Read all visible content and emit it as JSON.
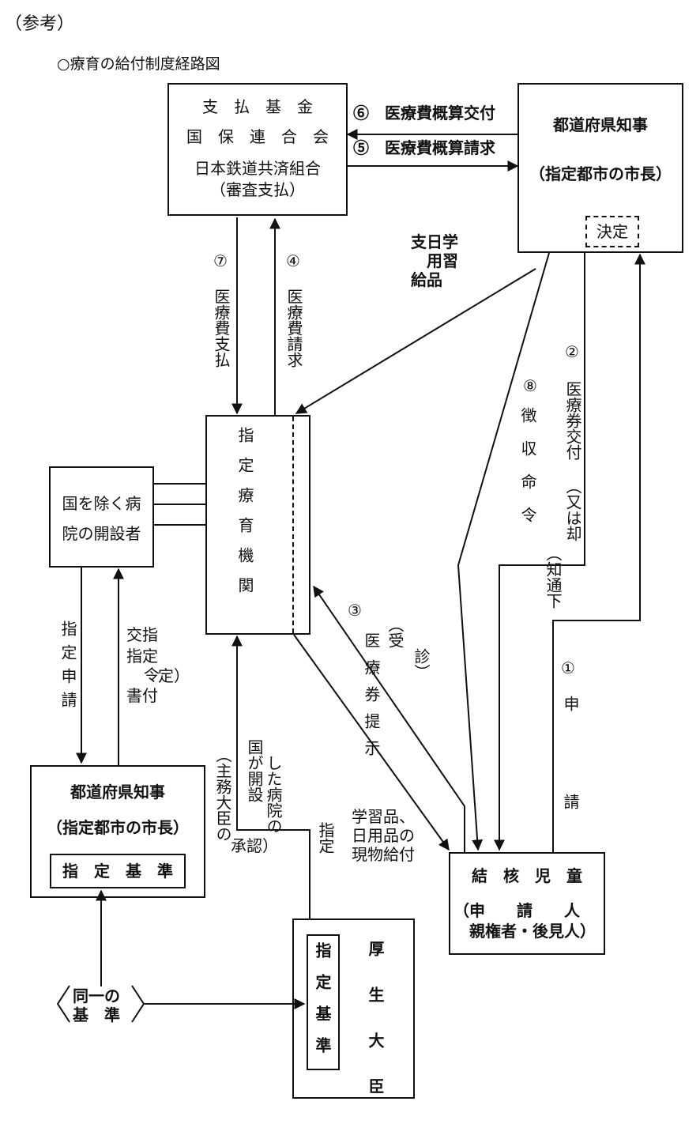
{
  "header": {
    "ref": "（参考）",
    "title": "○療育の給付制度経路図"
  },
  "nodes": {
    "fund": {
      "line1": "支　払　基　金",
      "line2": "国　保　連　合　会",
      "line3": "日本鉄道共済組合",
      "line4": "（審査支払）"
    },
    "governor_top": {
      "line1": "都道府県知事",
      "line2": "（指定都市の市長）",
      "decision": "決定"
    },
    "institution": {
      "label": "指定療育機関"
    },
    "hospital_founder": {
      "line1": "国を除く病",
      "line2": "院の開設者"
    },
    "governor_bottom": {
      "line1": "都道府県知事",
      "line2": "（指定都市の市長）",
      "standard": "指　定　基　準"
    },
    "child": {
      "line1": "結　核　児　童",
      "line2": "（申　　請　　人",
      "line3": "　親権者・後見人）"
    },
    "minister": {
      "label": "厚生大臣",
      "standard": "指定基準"
    },
    "same_standard": {
      "line1": "同一の",
      "line2": "基　準"
    }
  },
  "flows": {
    "f6": "⑥　医療費概算交付",
    "f5": "⑤　医療費概算請求",
    "f7_num": "⑦",
    "f7_text": "医療費支払",
    "f4_num": "④",
    "f4_text": "医療費請求",
    "school_items": {
      "c1": "支日学",
      "c2": "　用習",
      "c3": "給品"
    },
    "f8_num": "⑧",
    "f8_text": "徴収命令",
    "f2_num": "②",
    "f2_a": "医療券交付",
    "f2_b": "（又は却",
    "f2_c": "（知通下",
    "f1_num": "①",
    "f1_text": "申　請",
    "f3_num": "③",
    "f3_a": "（受",
    "f3_b": "診）",
    "f3_c": "医療券提示",
    "designation_app": "指定申請",
    "designation_grant_a": "交指",
    "designation_grant_b": "指定",
    "designation_grant_c": "令",
    "designation_grant_d": "書付",
    "designation_grant_e": "定）",
    "national_a": "国が開設",
    "national_b": "した病院の",
    "national_c": "指定",
    "approval_a": "（主務大臣の",
    "approval_b": "承認）",
    "in_kind_1": "学習品、",
    "in_kind_2": "日用品の",
    "in_kind_3": "現物給付"
  }
}
